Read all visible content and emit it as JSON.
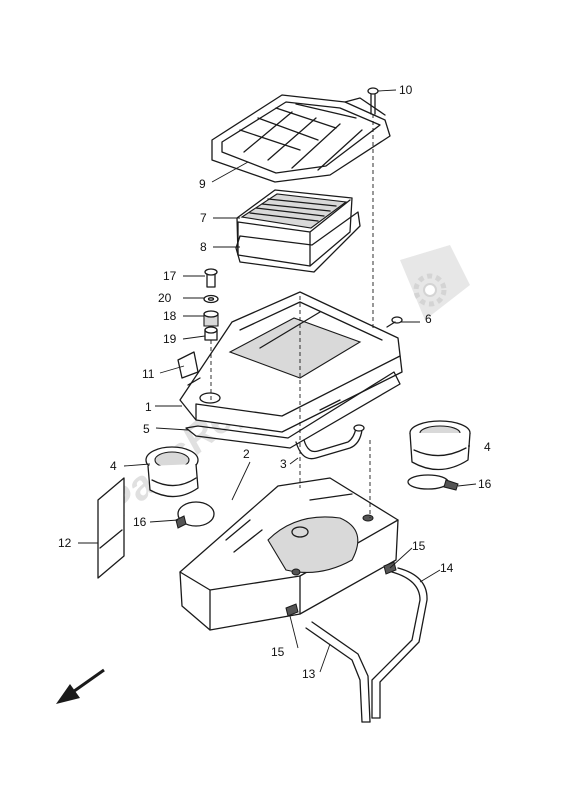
{
  "watermark": "PartsRepublik",
  "callouts": {
    "c1": "1",
    "c2": "2",
    "c3": "3",
    "c4a": "4",
    "c4b": "4",
    "c5": "5",
    "c6": "6",
    "c7": "7",
    "c8": "8",
    "c9": "9",
    "c10": "10",
    "c11": "11",
    "c12": "12",
    "c13": "13",
    "c14": "14",
    "c15a": "15",
    "c15b": "15",
    "c16a": "16",
    "c16b": "16",
    "c17": "17",
    "c18": "18",
    "c19": "19",
    "c20": "20"
  },
  "icons": {
    "watermark_gear": "gear-icon",
    "direction_arrow": "front-direction-arrow-icon"
  }
}
